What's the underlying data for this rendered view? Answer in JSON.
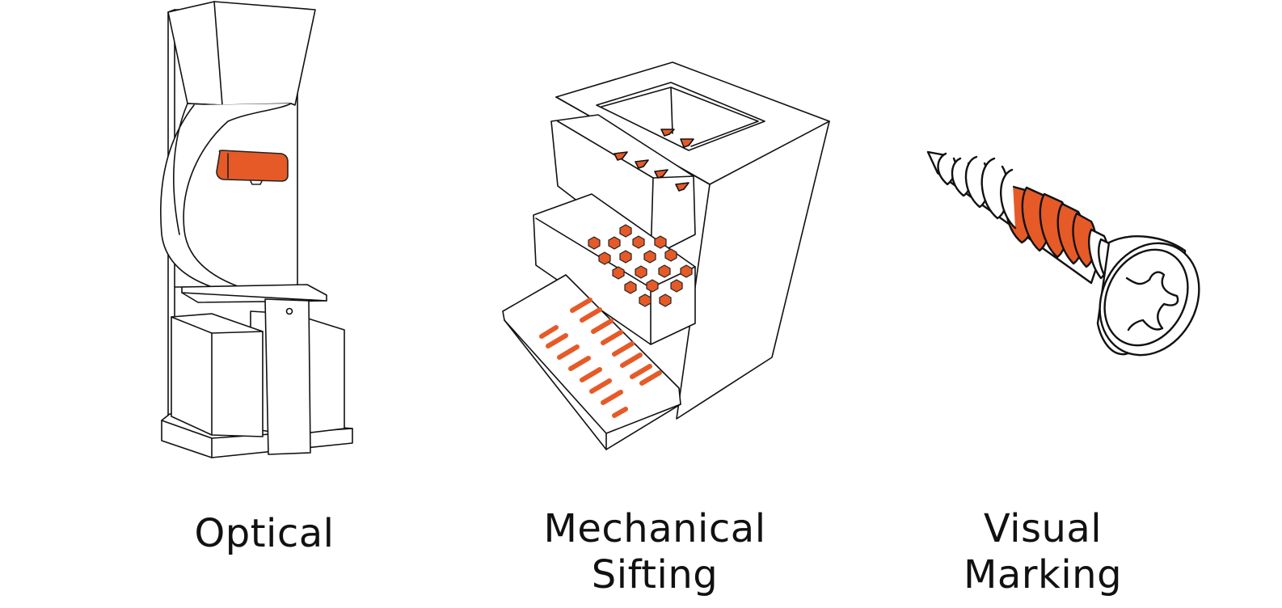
{
  "colors": {
    "accent": "#E65A28",
    "stroke": "#111111",
    "background": "#FFFFFF"
  },
  "methods": [
    {
      "icon": "optical-sorter-machine-icon",
      "lines": [
        "Optical"
      ]
    },
    {
      "icon": "sifting-drawers-icon",
      "lines": [
        "Mechanical",
        "Sifting"
      ]
    },
    {
      "icon": "marked-screw-icon",
      "lines": [
        "Visual",
        "Marking"
      ]
    }
  ]
}
